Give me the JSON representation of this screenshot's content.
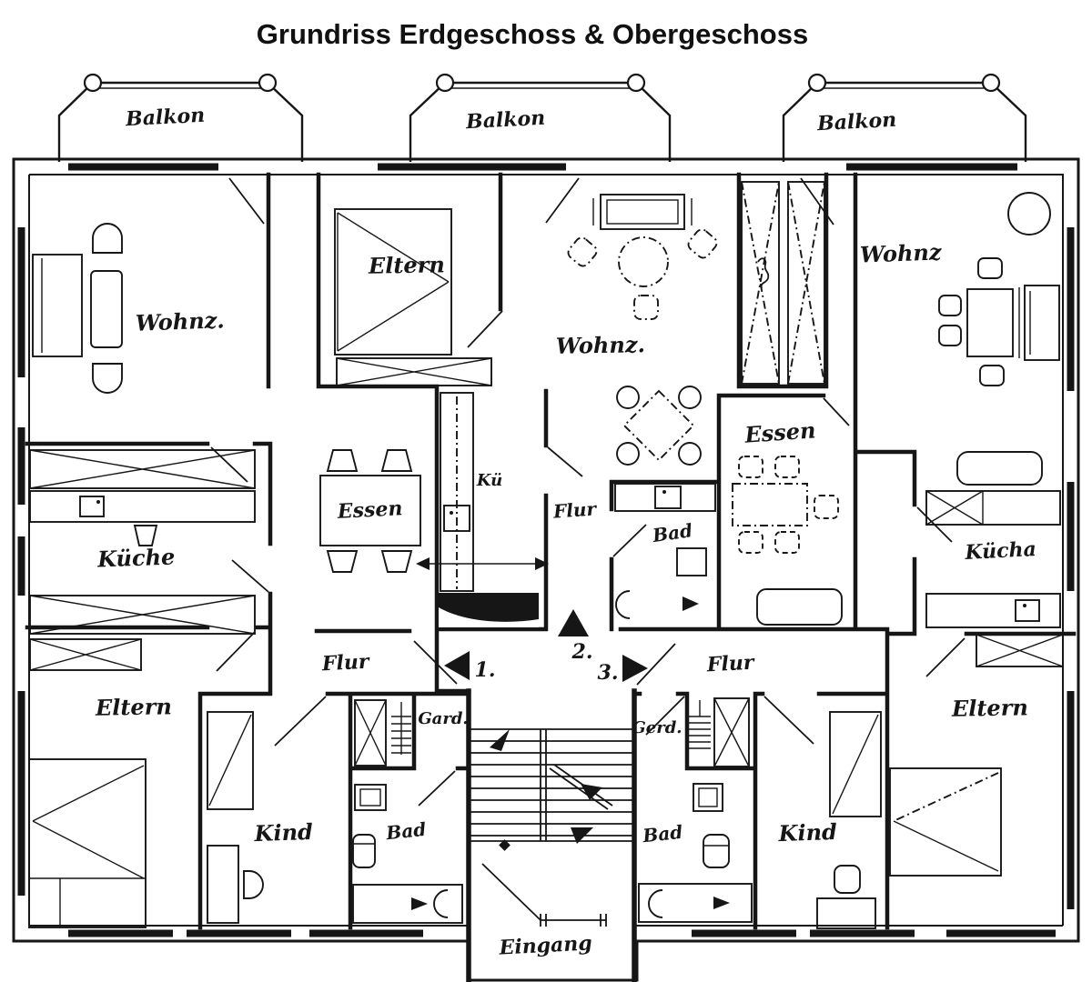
{
  "title": "Grundriss Erdgeschoss & Obergeschoss",
  "colors": {
    "ink": "#161616",
    "paper": "#ffffff"
  },
  "balconies": {
    "left": "Balkon",
    "center": "Balkon",
    "right": "Balkon"
  },
  "apartments": {
    "left": {
      "wohnz": "Wohnz.",
      "kueche": "Küche",
      "essen": "Essen",
      "eltern": "Eltern",
      "kind": "Kind",
      "bad": "Bad",
      "flur": "Flur",
      "gard": "Gard."
    },
    "center": {
      "eltern": "Eltern",
      "wohnz": "Wohnz.",
      "kue": "Kü",
      "flur": "Flur",
      "bad": "Bad",
      "essen": "Essen"
    },
    "right": {
      "wohnz": "Wohnz",
      "kuecha": "Kücha",
      "eltern": "Eltern",
      "kind": "Kind",
      "bad": "Bad",
      "flur": "Flur",
      "gerd": "Gerd."
    }
  },
  "stairwell": {
    "eingang": "Eingang",
    "markers": {
      "one": "1.",
      "two": "2.",
      "three": "3."
    }
  }
}
